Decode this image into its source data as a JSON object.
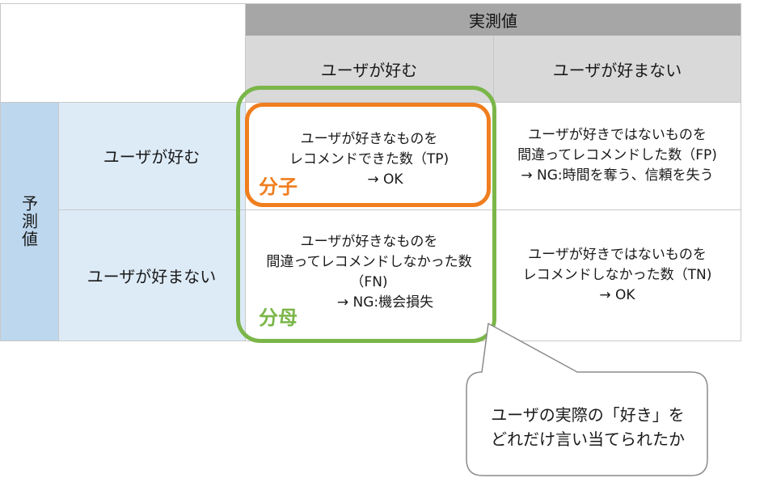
{
  "matrix": {
    "actual_header": "実測値",
    "predicted_header": "予測値",
    "actual_cols": [
      "ユーザが好む",
      "ユーザが好まない"
    ],
    "predicted_rows": [
      "ユーザが好む",
      "ユーザが好まない"
    ],
    "cells": {
      "tp": [
        "ユーザが好きなものを",
        "レコメンドできた数（TP)",
        "→ OK"
      ],
      "fp": [
        "ユーザが好きではないものを",
        "間違ってレコメンドした数（FP)",
        "→ NG:時間を奪う、信頼を失う"
      ],
      "fn": [
        "ユーザが好きなものを",
        "間違ってレコメンドしなかった数",
        "（FN)",
        "→ NG:機会損失"
      ],
      "tn": [
        "ユーザが好きではないものを",
        "レコメンドしなかった数（TN)",
        "→ OK"
      ]
    }
  },
  "highlights": {
    "numerator_label": "分子",
    "denominator_label": "分母",
    "numerator_color": "#f07e1e",
    "denominator_color": "#7ab648"
  },
  "callout": {
    "lines": [
      "ユーザの実際の「好き」を",
      "どれだけ言い当てられたか"
    ]
  }
}
